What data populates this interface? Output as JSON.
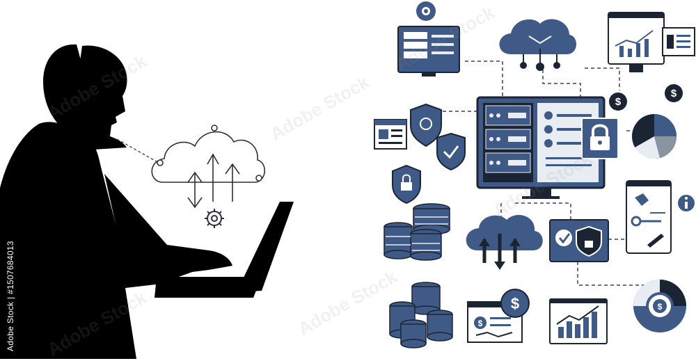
{
  "stock": {
    "id_label": "Adobe Stock | #1507684013",
    "watermark": "Adobe Stock"
  },
  "palette": {
    "navy": "#3f5a86",
    "dark": "#1b2433",
    "black": "#000000",
    "light_panel": "#e8edf4",
    "grey_line": "#8a93a0"
  },
  "money": {
    "symbol": "$"
  },
  "icons": [
    "person-silhouette",
    "laptop",
    "cloud-sync-icon",
    "gear-icon",
    "server-monitor-icon",
    "cloud-network-icon",
    "analytics-monitor-icon",
    "report-panel-icon",
    "central-server-monitor-icon",
    "shield-icon",
    "padlock-icon",
    "pie-chart-icon",
    "dollar-coin-icon",
    "database-icon",
    "cloud-transfer-icon",
    "secure-monitor-icon",
    "mobile-map-icon",
    "info-icon",
    "coin-stack-icon",
    "invoice-icon",
    "bar-chart-monitor-icon",
    "donut-chart-icon",
    "browser-window-icon"
  ]
}
